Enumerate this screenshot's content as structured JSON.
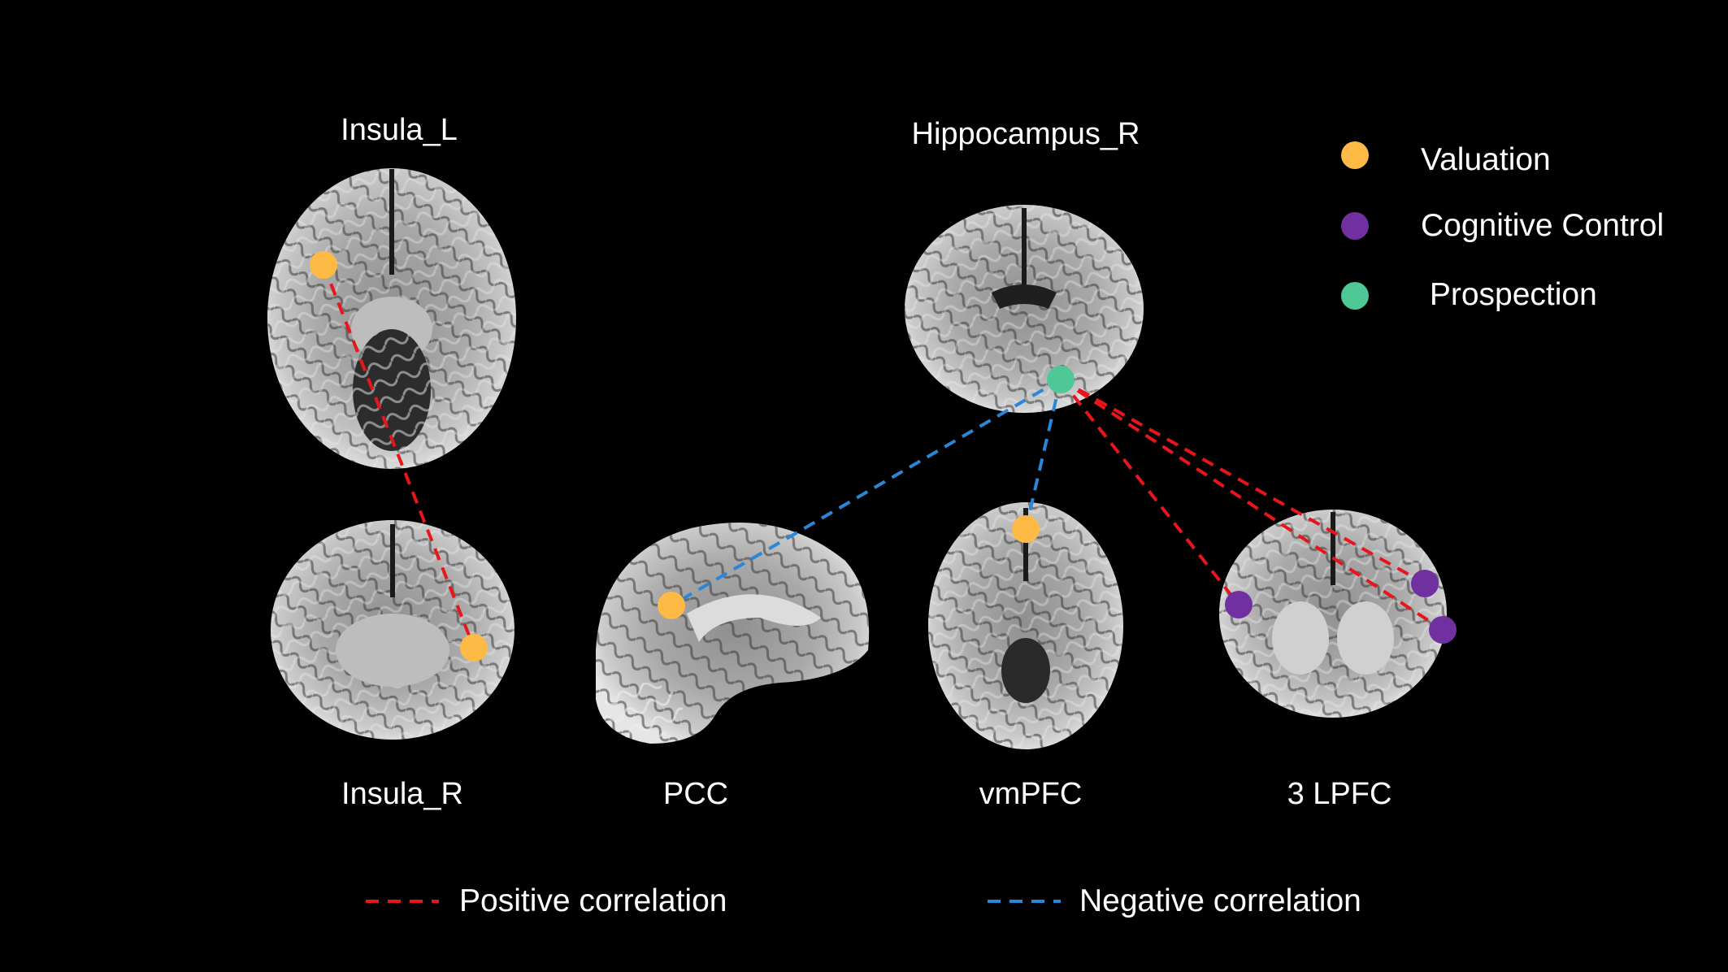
{
  "regions": {
    "insula_l": "Insula_L",
    "hippocampus_r": "Hippocampus_R",
    "insula_r": "Insula_R",
    "pcc": "PCC",
    "vmpfc": "vmPFC",
    "lpfc": "3 LPFC"
  },
  "legend": {
    "valuation": "Valuation",
    "cognitive_control": "Cognitive Control",
    "prospection": " Prospection",
    "positive": "Positive correlation",
    "negative": "Negative correlation"
  },
  "colors": {
    "valuation": "#fdba44",
    "cognitive_control": "#7030a0",
    "prospection": "#4dc896",
    "positive": "#e8151b",
    "negative": "#2b86d8"
  }
}
